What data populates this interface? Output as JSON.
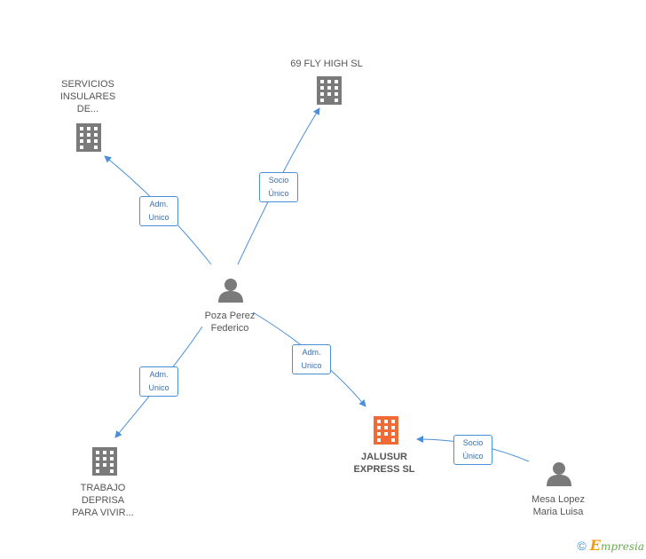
{
  "nodes": {
    "servicios": {
      "label": "SERVICIOS\nINSULARES\nDE..."
    },
    "flyhigh": {
      "label": "69 FLY HIGH  SL"
    },
    "trabajo": {
      "label": "TRABAJO\nDEPRISA\nPARA VIVIR..."
    },
    "jalusur": {
      "label": "JALUSUR\nEXPRESS SL"
    },
    "poza": {
      "label": "Poza Perez\nFederico"
    },
    "mesa": {
      "label": "Mesa Lopez\nMaria Luisa"
    }
  },
  "relations": {
    "poza_servicios": "Adm.\nUnico",
    "poza_flyhigh": "Socio\nÚnico",
    "poza_trabajo": "Adm.\nUnico",
    "poza_jalusur": "Adm.\nUnico",
    "mesa_jalusur": "Socio\nÚnico"
  },
  "colors": {
    "company": "#7a7a7a",
    "main_company": "#f06a35",
    "person": "#7a7a7a",
    "edge": "#4a90d9"
  },
  "footer": {
    "copyright": "©",
    "brand_initial": "E",
    "brand_rest": "mpresia"
  }
}
